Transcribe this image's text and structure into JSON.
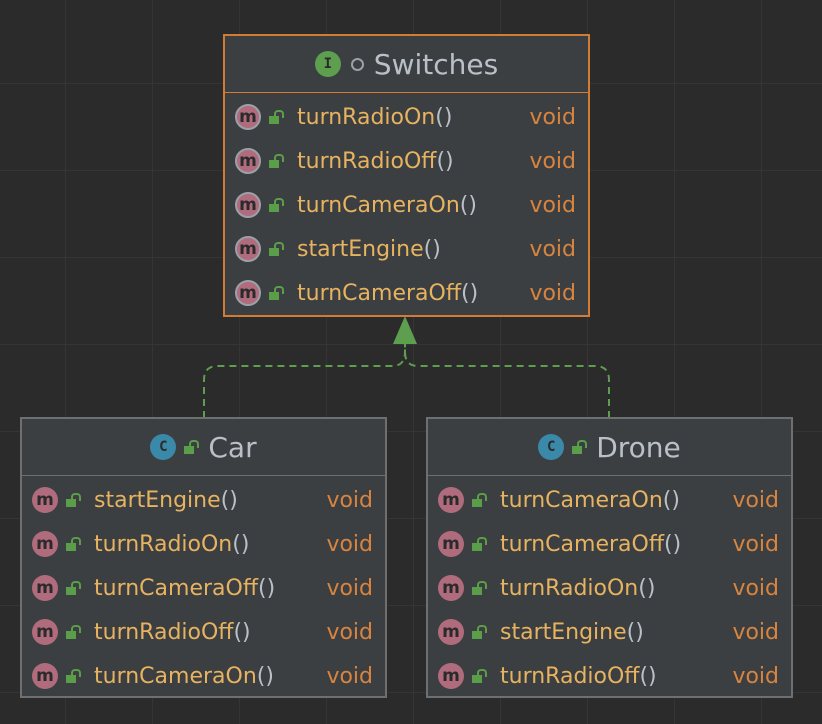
{
  "colors": {
    "background": "#2b2b2c",
    "box_fill": "#3b3f41",
    "box_border": "#6d6f70",
    "selected_border": "#d27b35",
    "method_name": "#e8b360",
    "return_type": "#d8843f",
    "title": "#b9c0c8",
    "arrow": "#5e9e4f"
  },
  "interface_box": {
    "badge": "I",
    "title": "Switches",
    "badge_icon": "interface-icon",
    "methods": [
      {
        "name": "turnRadioOn",
        "parens": "()",
        "type": "void"
      },
      {
        "name": "turnRadioOff",
        "parens": "()",
        "type": "void"
      },
      {
        "name": "turnCameraOn",
        "parens": "()",
        "type": "void"
      },
      {
        "name": "startEngine",
        "parens": "()",
        "type": "void"
      },
      {
        "name": "turnCameraOff",
        "parens": "()",
        "type": "void"
      }
    ]
  },
  "car_box": {
    "badge": "C",
    "title": "Car",
    "badge_icon": "class-icon",
    "methods": [
      {
        "name": "startEngine",
        "parens": "()",
        "type": "void"
      },
      {
        "name": "turnRadioOn",
        "parens": "()",
        "type": "void"
      },
      {
        "name": "turnCameraOff",
        "parens": "()",
        "type": "void"
      },
      {
        "name": "turnRadioOff",
        "parens": "()",
        "type": "void"
      },
      {
        "name": "turnCameraOn",
        "parens": "()",
        "type": "void"
      }
    ]
  },
  "drone_box": {
    "badge": "C",
    "title": "Drone",
    "badge_icon": "class-icon",
    "methods": [
      {
        "name": "turnCameraOn",
        "parens": "()",
        "type": "void"
      },
      {
        "name": "turnCameraOff",
        "parens": "()",
        "type": "void"
      },
      {
        "name": "turnRadioOn",
        "parens": "()",
        "type": "void"
      },
      {
        "name": "startEngine",
        "parens": "()",
        "type": "void"
      },
      {
        "name": "turnRadioOff",
        "parens": "()",
        "type": "void"
      }
    ]
  },
  "method_badge": "m",
  "relation": {
    "kind": "realization",
    "from": [
      "Car",
      "Drone"
    ],
    "to": "Switches"
  }
}
